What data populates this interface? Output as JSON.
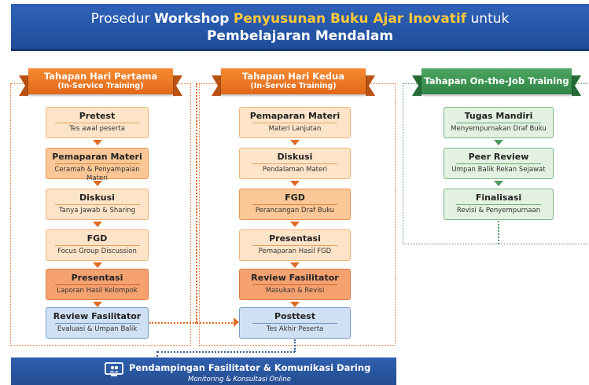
{
  "title": {
    "part1": "Prosedur ",
    "part2": "Workshop",
    "part3": "Penyusunan Buku Ajar Inovatif",
    "part4": " untuk",
    "line2": "Pembelajaran Mendalam"
  },
  "stages": [
    {
      "title": "Tahapan Hari Pertama",
      "subtitle": "(In-Service Training)"
    },
    {
      "title": "Tahapan Hari Kedua",
      "subtitle": "(In-Service Training)"
    },
    {
      "title": "Tahapan On-the-Job Training",
      "subtitle": ""
    }
  ],
  "day1": [
    {
      "title": "Pretest",
      "sub": "Tes awal peserta"
    },
    {
      "title": "Pemaparan Materi",
      "sub": "Ceramah & Penyampaian Materi"
    },
    {
      "title": "Diskusi",
      "sub": "Tanya Jawab & Sharing"
    },
    {
      "title": "FGD",
      "sub": "Focus Group Discussion"
    },
    {
      "title": "Presentasi",
      "sub": "Laporan Hasil Kelompok"
    },
    {
      "title": "Review Fasilitator",
      "sub": "Evaluasi & Umpan Balik"
    }
  ],
  "day2": [
    {
      "title": "Pemaparan Materi",
      "sub": "Materi Lanjutan"
    },
    {
      "title": "Diskusi",
      "sub": "Pendalaman Materi"
    },
    {
      "title": "FGD",
      "sub": "Perancangan Draf Buku"
    },
    {
      "title": "Presentasi",
      "sub": "Pemaparan Hasil FGD"
    },
    {
      "title": "Review Fasilitator",
      "sub": "Masukan & Revisi"
    },
    {
      "title": "Posttest",
      "sub": "Tes Akhir Peserta"
    }
  ],
  "ojt": [
    {
      "title": "Tugas Mandiri",
      "sub": "Menyempurnakan Draf Buku"
    },
    {
      "title": "Peer Review",
      "sub": "Umpan Balik Rekan Sejawat"
    },
    {
      "title": "Finalisasi",
      "sub": "Revisi & Penyempurnaan"
    }
  ],
  "footer": {
    "title": "Pendampingan Fasilitator & Komunikasi Daring",
    "subtitle": "Monitoring & Konsultasi Online"
  }
}
